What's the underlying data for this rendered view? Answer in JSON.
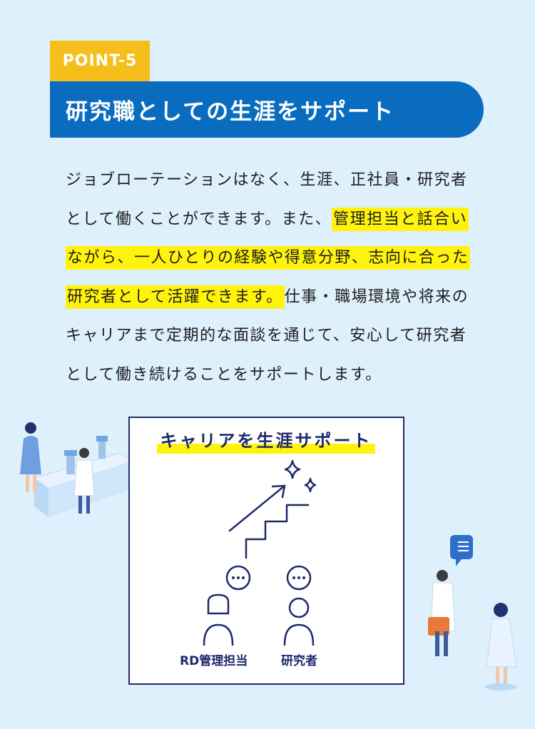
{
  "header": {
    "point_label": "POINT-5",
    "title": "研究職としての生涯をサポート"
  },
  "body": {
    "line1": "ジョブローテーションはなく、生涯、正社員・研究者",
    "line2_plain": "として働くことができます。また、",
    "line2_hl": "管理担当と話合い",
    "line3_hl": "ながら、一人ひとりの経験や得意分野、志向に合った",
    "line4_hl": "研究者として活躍できます。",
    "line4_plain": "仕事・職場環境や将来の",
    "line5": "キャリアまで定期的な面談を通じて、安心して研究者",
    "line6": "として働き続けることをサポートします。"
  },
  "card": {
    "title": "キャリアを生涯サポート",
    "left_label": "RD管理担当",
    "right_label": "研究者"
  },
  "colors": {
    "background": "#dff0fd",
    "point_yellow": "#f5be1a",
    "title_blue": "#0a6cbf",
    "highlight": "#fff30e",
    "navy": "#1f2a6b"
  }
}
